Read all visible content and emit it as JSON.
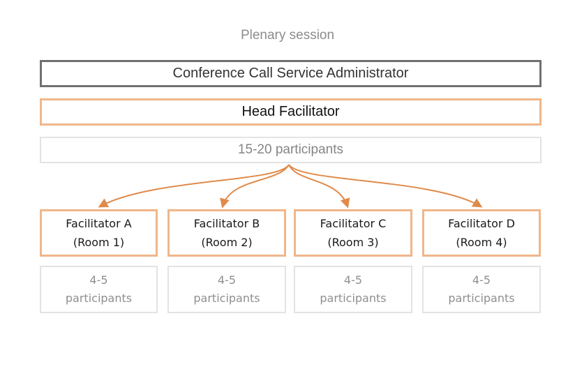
{
  "title": "Plenary session",
  "admin": "Conference Call Service Administrator",
  "head_facilitator": "Head Facilitator",
  "plenary_participants": "15-20 participants",
  "facilitators": [
    {
      "name": "Facilitator A",
      "room": "(Room 1)"
    },
    {
      "name": "Facilitator B",
      "room": "(Room 2)"
    },
    {
      "name": "Facilitator C",
      "room": "(Room 3)"
    },
    {
      "name": "Facilitator D",
      "room": "(Room 4)"
    }
  ],
  "groups": [
    {
      "count": "4-5",
      "label": "participants"
    },
    {
      "count": "4-5",
      "label": "participants"
    },
    {
      "count": "4-5",
      "label": "participants"
    },
    {
      "count": "4-5",
      "label": "participants"
    }
  ],
  "colors": {
    "accent": "#f0b68a",
    "arrow": "#e08a4a",
    "admin_border": "#707070",
    "light_border": "#e3e3e3"
  }
}
